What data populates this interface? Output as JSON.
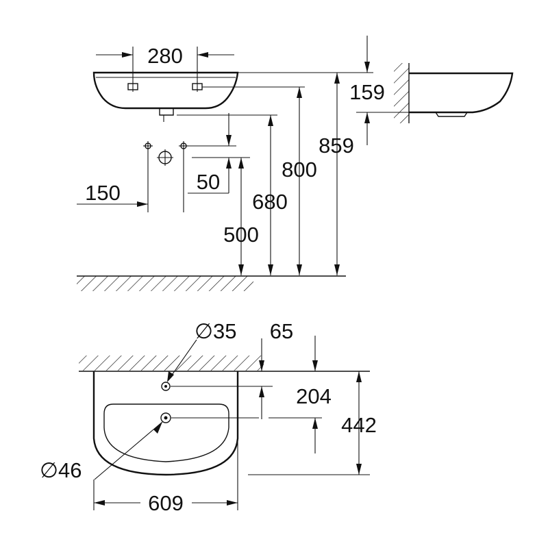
{
  "dimensions": {
    "side_hole_spacing": "280",
    "mount_height_total": "859",
    "basin_thickness": "159",
    "top_to_floor": "800",
    "rough_in_to_floor": "680",
    "rough_in_offset": "50",
    "supply_spacing": "150",
    "drain_height": "500",
    "tap_hole_diameter": "∅35",
    "tap_hole_setback": "65",
    "drain_depth": "204",
    "projection": "442",
    "waste_diameter": "∅46",
    "width": "609"
  },
  "colors": {
    "line": "#111111",
    "background": "#ffffff"
  }
}
